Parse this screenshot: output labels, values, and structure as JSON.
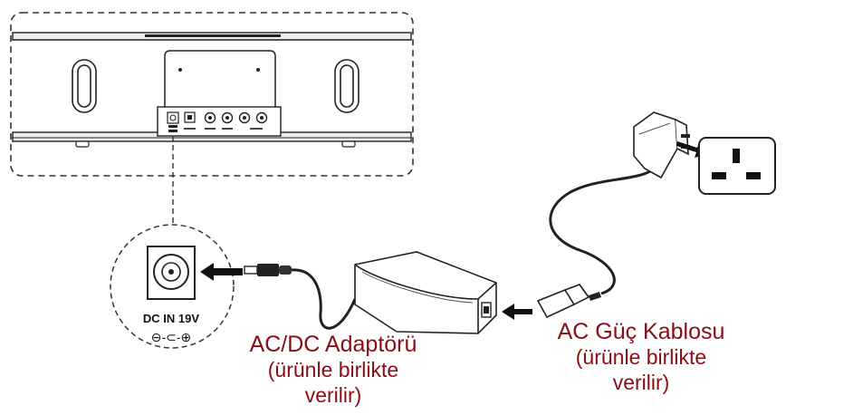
{
  "panel": {
    "port_label": "DC IN 19V",
    "polarity_glyphs": "⊖-⊂-⊕"
  },
  "captions": {
    "adapter": {
      "line1": "AC/DC Adaptörü",
      "line2": "(ürünle birlikte",
      "line3": "verilir)"
    },
    "cable": {
      "line1": "AC Güç Kablosu",
      "line2": "(ürünle birlikte",
      "line3": "verilir)"
    }
  },
  "colors": {
    "line": "#1a1a1a",
    "caption": "#8b0d14"
  }
}
